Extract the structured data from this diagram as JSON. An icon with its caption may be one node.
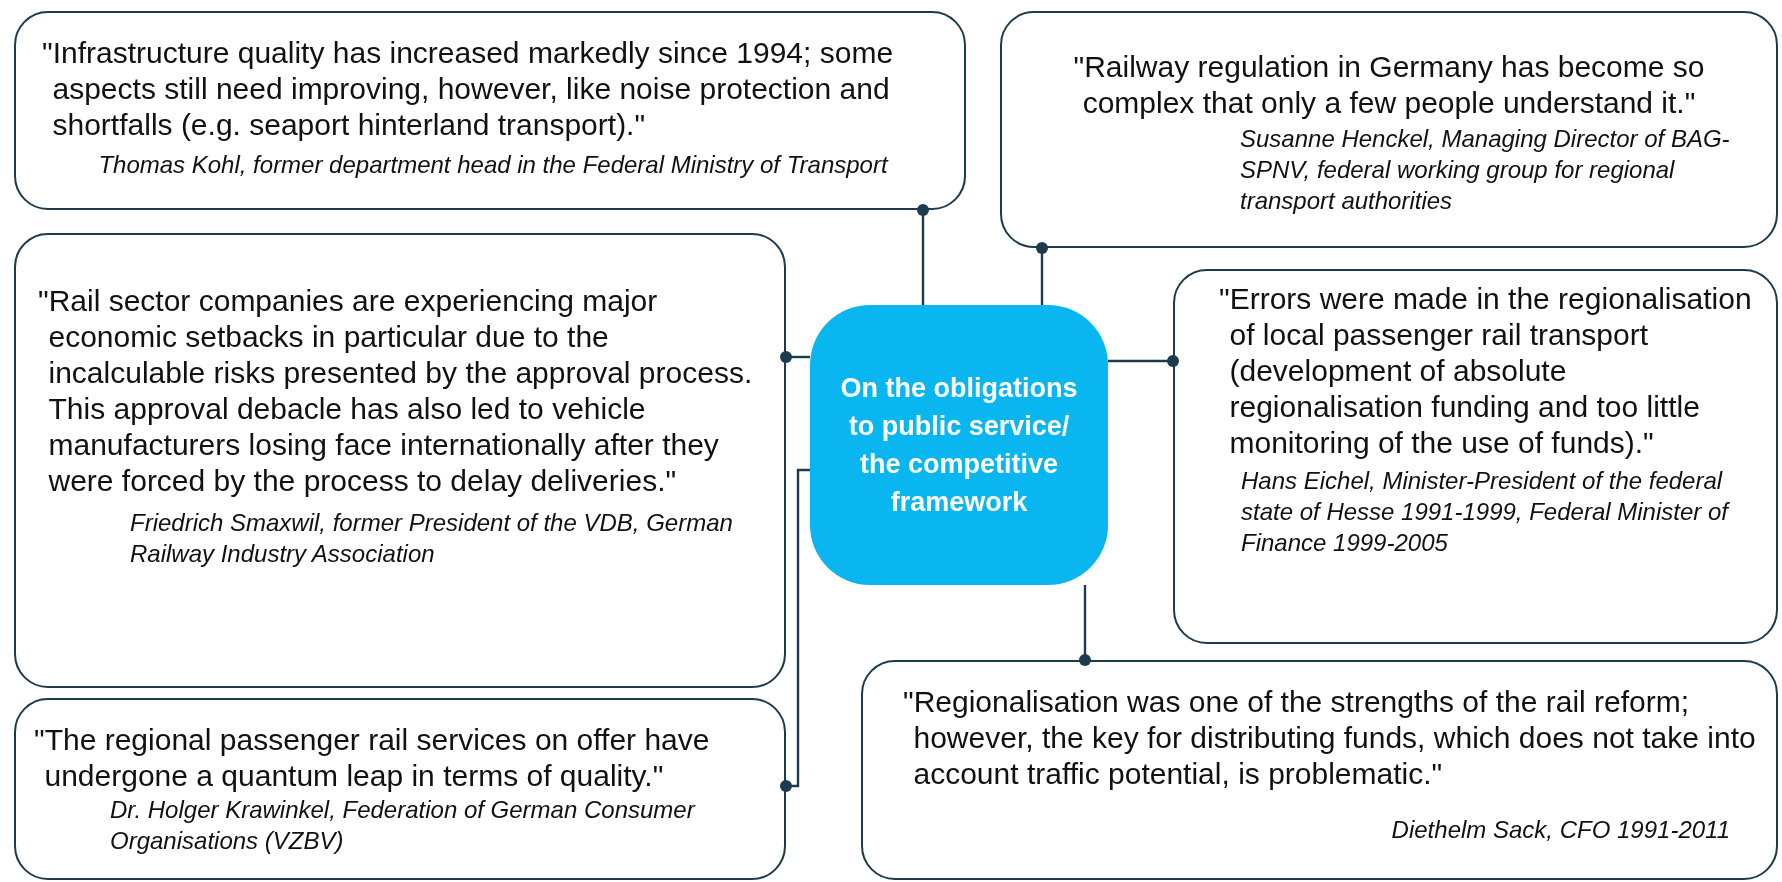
{
  "diagram": {
    "nodes": [
      {
        "text": [
          "\"Infrastructure quality has increased markedly since 1994; some aspects still need improving, however, like noise protection and shortfalls (e.g. seaport hinterland transport).\"",
          "Thomas Kohl, former department head in the Federal Ministry of Transport"
        ]
      },
      {
        "text": [
          "\"Railway regulation in Germany has become so complex that only a few people understand it.\"",
          "Susanne Henckel, Managing Director of BAG-SPNV, federal working group for regional transport authorities"
        ]
      },
      {
        "text": [
          "\"Rail sector companies are experiencing major economic setbacks in particular due to the incalculable risks presented by the approval process. This approval debacle has also led to vehicle manufacturers losing face internationally after they were forced by the process to delay deliveries.\"",
          "Friedrich Smaxwil, former President of the VDB, German Railway Industry Association"
        ]
      },
      {
        "text": [
          "On the obligations to public service/ the competitive framework"
        ]
      },
      {
        "text": [
          "\"Errors were made in the regionalisation of local passenger rail transport (development of absolute regionalisation funding and too little monitoring of the use of funds).\"",
          "Hans Eichel, Minister-President of the federal state of Hesse 1991-1999, Federal Minister of Finance 1999-2005"
        ]
      },
      {
        "text": [
          "\"The regional passenger rail services on offer have undergone a quantum leap in terms of quality.\"",
          "Dr. Holger Krawinkel, Federation of German Consumer Organisations (VZBV)"
        ]
      },
      {
        "text": [
          "\"Regionalisation was one of the strengths of the rail reform; however, the key for distributing funds, which does not take into account traffic potential, is problematic.\"",
          "Diethelm Sack, CFO 1991-2011"
        ]
      }
    ],
    "edges": [
      {
        "from": 3,
        "to": 0,
        "arrow": "other"
      },
      {
        "from": 3,
        "to": 1,
        "arrow": "other"
      },
      {
        "from": 3,
        "to": 2,
        "arrow": "other"
      },
      {
        "from": 3,
        "to": 4,
        "arrow": "other"
      },
      {
        "from": 3,
        "to": 5,
        "arrow": "other"
      },
      {
        "from": 3,
        "to": 6,
        "arrow": "other"
      }
    ]
  }
}
